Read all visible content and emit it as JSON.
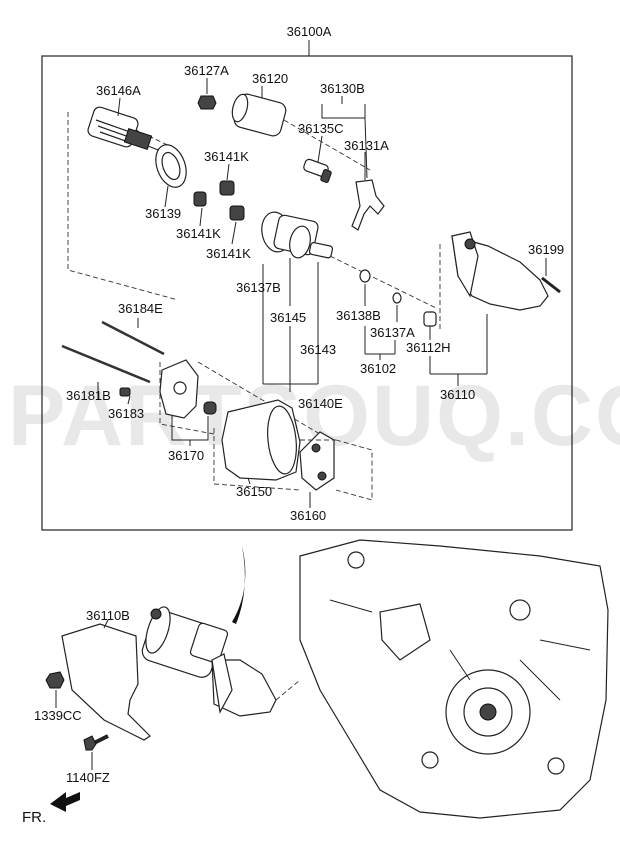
{
  "watermark": "PARTSOUQ.COM",
  "orientation_label": "FR.",
  "assembly_label": "36100A",
  "callouts": {
    "c36146A": "36146A",
    "c36127A": "36127A",
    "c36120": "36120",
    "c36130B": "36130B",
    "c36135C": "36135C",
    "c36131A": "36131A",
    "c36141K_a": "36141K",
    "c36139": "36139",
    "c36141K_b": "36141K",
    "c36141K_c": "36141K",
    "c36199": "36199",
    "c36137B": "36137B",
    "c36145": "36145",
    "c36138B": "36138B",
    "c36137A": "36137A",
    "c36112H": "36112H",
    "c36184E": "36184E",
    "c36143": "36143",
    "c36102": "36102",
    "c36181B": "36181B",
    "c36110": "36110",
    "c36183": "36183",
    "c36140E": "36140E",
    "c36170": "36170",
    "c36150": "36150",
    "c36160": "36160",
    "c36110B": "36110B",
    "c1339CC": "1339CC",
    "c1140FZ": "1140FZ"
  }
}
